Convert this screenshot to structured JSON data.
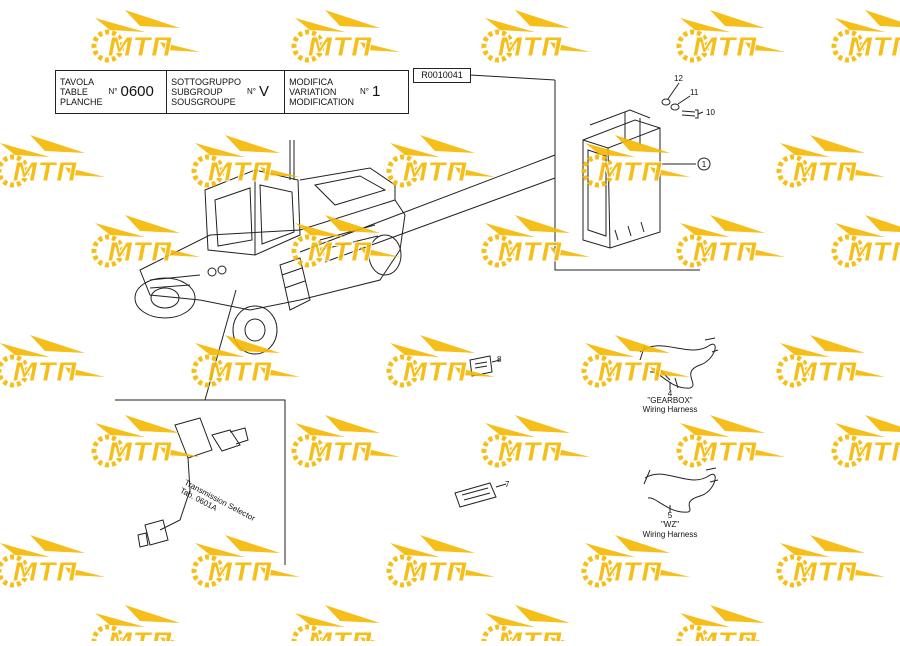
{
  "title_block": {
    "table_labels": [
      "TAVOLA",
      "TABLE",
      "PLANCHE"
    ],
    "table_no_label": "N°",
    "table_value": "0600",
    "subgroup_labels": [
      "SOTTOGRUPPO",
      "SUBGROUP",
      "SOUSGROUPE"
    ],
    "subgroup_no_label": "N°",
    "subgroup_value": "V",
    "modification_labels": [
      "MODIFICA",
      "VARIATION",
      "MODIFICATION"
    ],
    "modification_no_label": "N°",
    "modification_value": "1"
  },
  "reference_code": "R0010041",
  "callouts": {
    "c1": "1",
    "c4": "4",
    "c5": "5",
    "c7": "7",
    "c8": "8",
    "c10": "10",
    "c11": "11",
    "c12": "12"
  },
  "harness_gearbox": {
    "name": "\"GEARBOX\"",
    "type": "Wiring Harness"
  },
  "harness_wz": {
    "name": "\"WZ\"",
    "type": "Wiring Harness"
  },
  "selector_label": {
    "line1": "Transmission Selector",
    "line2": "Tab. 0601A"
  },
  "watermark": {
    "text": "МТП",
    "color": "#f5b800"
  }
}
